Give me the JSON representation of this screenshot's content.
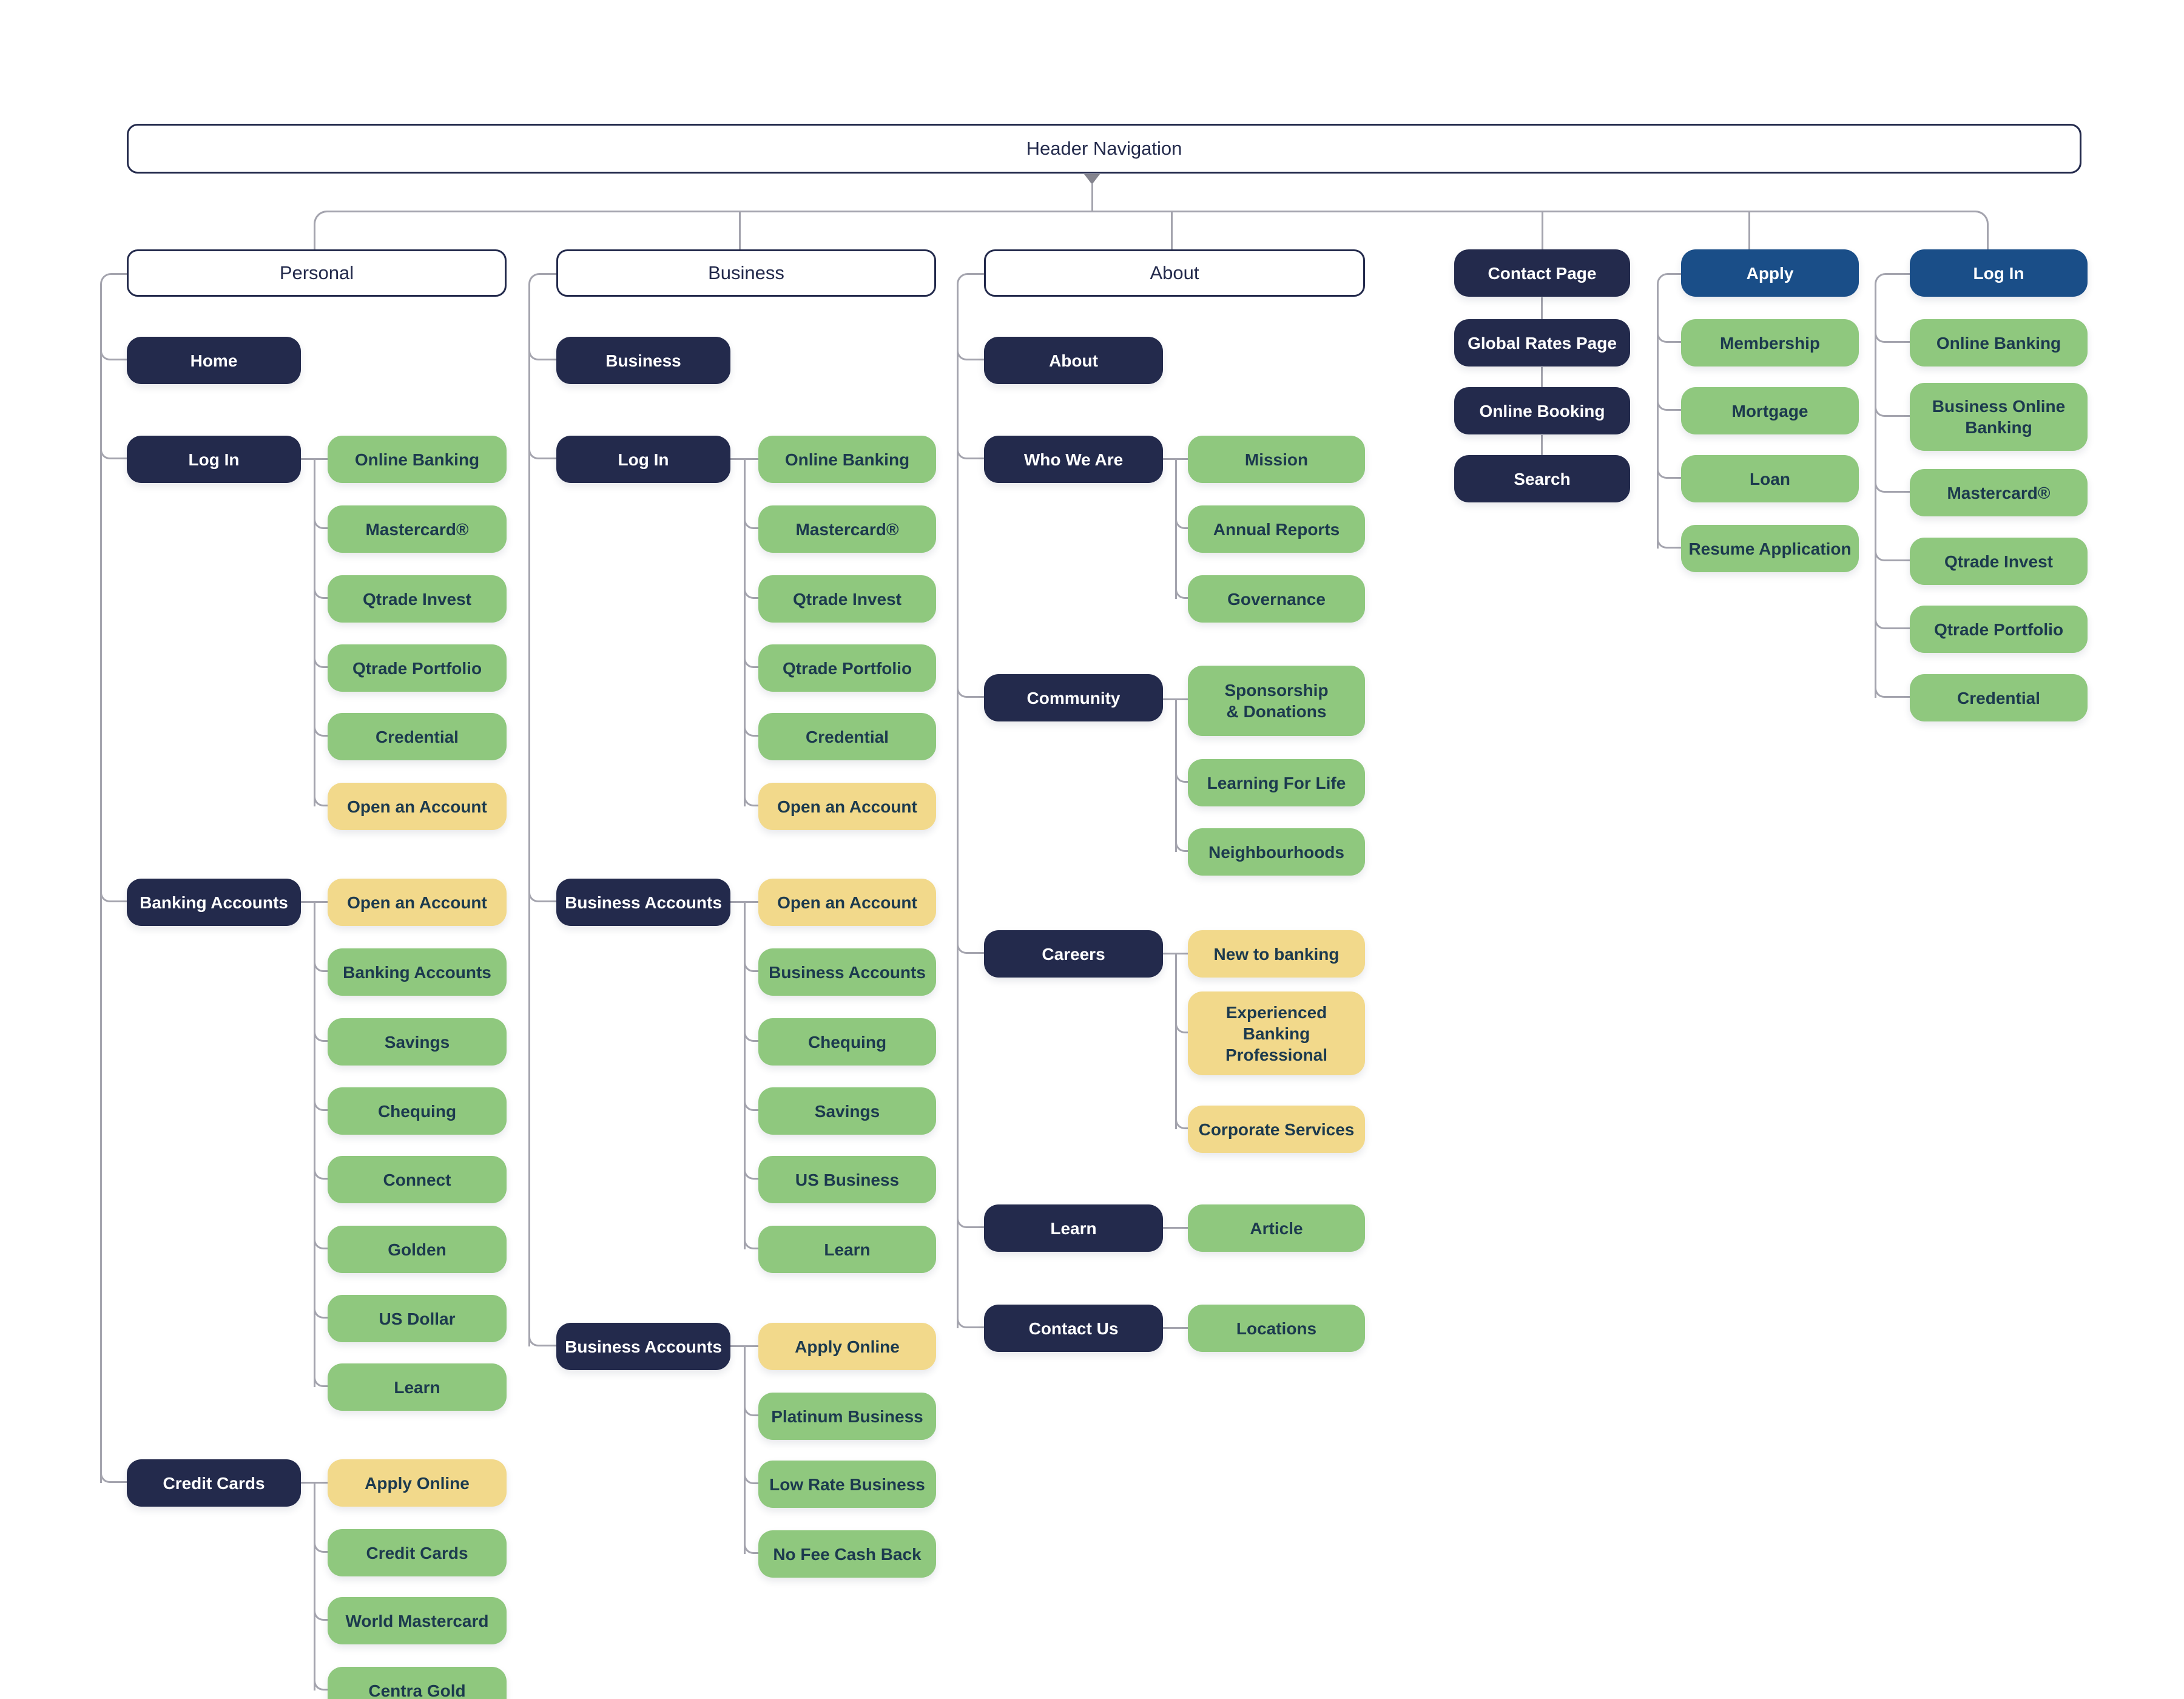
{
  "header": {
    "label": "Header Navigation"
  },
  "palette": {
    "navy": "#232A4C",
    "green": "#8FC87E",
    "yellow": "#F2D98B",
    "blue": "#1A4E88",
    "connector_gray": "#A4A4AE",
    "dark_text": "#1C3A4E"
  },
  "columns": [
    {
      "title": "Personal",
      "groups": [
        {
          "parent": "Home",
          "children": []
        },
        {
          "parent": "Log In",
          "children": [
            {
              "label": "Online Banking",
              "color": "green"
            },
            {
              "label": "Mastercard®",
              "color": "green"
            },
            {
              "label": "Qtrade Invest",
              "color": "green"
            },
            {
              "label": "Qtrade Portfolio",
              "color": "green"
            },
            {
              "label": "Credential",
              "color": "green"
            },
            {
              "label": "Open an Account",
              "color": "yellow"
            }
          ]
        },
        {
          "parent": "Banking Accounts",
          "children": [
            {
              "label": "Open an Account",
              "color": "yellow"
            },
            {
              "label": "Banking Accounts",
              "color": "green"
            },
            {
              "label": "Savings",
              "color": "green"
            },
            {
              "label": "Chequing",
              "color": "green"
            },
            {
              "label": "Connect",
              "color": "green"
            },
            {
              "label": "Golden",
              "color": "green"
            },
            {
              "label": "US Dollar",
              "color": "green"
            },
            {
              "label": "Learn",
              "color": "green"
            }
          ]
        },
        {
          "parent": "Credit Cards",
          "children": [
            {
              "label": "Apply Online",
              "color": "yellow"
            },
            {
              "label": "Credit Cards",
              "color": "green"
            },
            {
              "label": "World Mastercard",
              "color": "green"
            },
            {
              "label": "Centra Gold",
              "color": "green"
            }
          ]
        }
      ]
    },
    {
      "title": "Business",
      "groups": [
        {
          "parent": "Business",
          "children": []
        },
        {
          "parent": "Log In",
          "children": [
            {
              "label": "Online Banking",
              "color": "green"
            },
            {
              "label": "Mastercard®",
              "color": "green"
            },
            {
              "label": "Qtrade Invest",
              "color": "green"
            },
            {
              "label": "Qtrade Portfolio",
              "color": "green"
            },
            {
              "label": "Credential",
              "color": "green"
            },
            {
              "label": "Open an Account",
              "color": "yellow"
            }
          ]
        },
        {
          "parent": "Business Accounts",
          "children": [
            {
              "label": "Open an Account",
              "color": "yellow"
            },
            {
              "label": "Business Accounts",
              "color": "green"
            },
            {
              "label": "Chequing",
              "color": "green"
            },
            {
              "label": "Savings",
              "color": "green"
            },
            {
              "label": "US Business",
              "color": "green"
            },
            {
              "label": "Learn",
              "color": "green"
            }
          ]
        },
        {
          "parent": "Business Accounts",
          "children": [
            {
              "label": "Apply Online",
              "color": "yellow"
            },
            {
              "label": "Platinum Business",
              "color": "green"
            },
            {
              "label": "Low Rate Business",
              "color": "green"
            },
            {
              "label": "No Fee Cash Back",
              "color": "green"
            }
          ]
        }
      ]
    },
    {
      "title": "About",
      "groups": [
        {
          "parent": "About",
          "children": []
        },
        {
          "parent": "Who We Are",
          "children": [
            {
              "label": "Mission",
              "color": "green"
            },
            {
              "label": "Annual Reports",
              "color": "green"
            },
            {
              "label": "Governance",
              "color": "green"
            }
          ]
        },
        {
          "parent": "Community",
          "children": [
            {
              "label": "Sponsorship\n& Donations",
              "color": "green"
            },
            {
              "label": "Learning For Life",
              "color": "green"
            },
            {
              "label": "Neighbourhoods",
              "color": "green"
            }
          ]
        },
        {
          "parent": "Careers",
          "children": [
            {
              "label": "New to banking",
              "color": "yellow"
            },
            {
              "label": "Experienced\nBanking\nProfessional",
              "color": "yellow"
            },
            {
              "label": "Corporate Services",
              "color": "yellow"
            }
          ]
        },
        {
          "parent": "Learn",
          "children": [
            {
              "label": "Article",
              "color": "green"
            }
          ]
        },
        {
          "parent": "Contact Us",
          "children": [
            {
              "label": "Locations",
              "color": "green"
            }
          ]
        }
      ]
    },
    {
      "stack": [
        "Contact Page",
        "Global Rates Page",
        "Online Booking",
        "Search"
      ]
    },
    {
      "title": "Apply",
      "children": [
        "Membership",
        "Mortgage",
        "Loan",
        "Resume Application"
      ]
    },
    {
      "title": "Log In",
      "children": [
        "Online Banking",
        "Business Online\nBanking",
        "Mastercard®",
        "Qtrade Invest",
        "Qtrade Portfolio",
        "Credential"
      ]
    }
  ]
}
